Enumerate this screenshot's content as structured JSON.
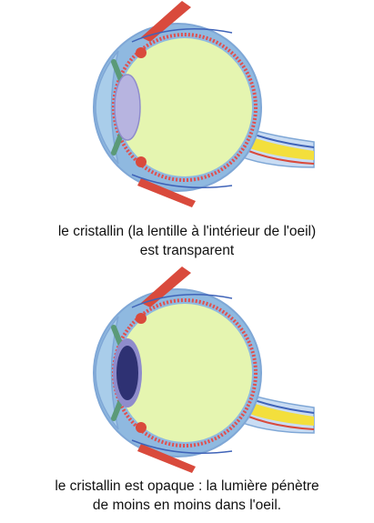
{
  "figures": [
    {
      "id": "transparent",
      "lens_state": "transparent",
      "caption_lines": [
        "le cristallin (la lentille à l'intérieur de l'oeil)",
        "est transparent"
      ]
    },
    {
      "id": "opaque",
      "lens_state": "opaque",
      "caption_lines": [
        "le cristallin est opaque : la lumière pénètre",
        "de moins en moins dans l'oeil."
      ]
    }
  ],
  "colors": {
    "cornea": "#a9cdea",
    "sclera_outer": "#8fb9e0",
    "vitreous": "#e5f5b0",
    "retina": "#e0504e",
    "muscle": "#d94a3c",
    "lens_clear": "#b7b4e0",
    "lens_opaque": "#2e3173",
    "nerve_yellow": "#f3df3c",
    "nerve_blue": "#3f63b8",
    "iris": "#5b9a78"
  }
}
